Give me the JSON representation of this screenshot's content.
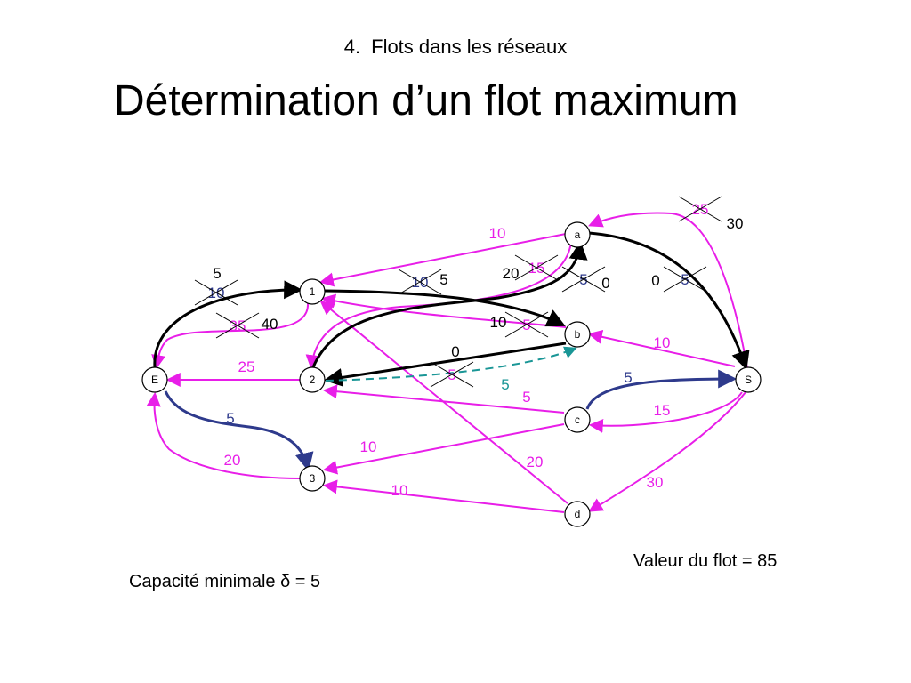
{
  "section_number": "4.",
  "section_title": "Flots dans les réseaux",
  "title": "Détermination d’un flot maximum",
  "colors": {
    "capacity": "#e81ee8",
    "flow": "#000000",
    "path": "#2e3a8c",
    "augment": "#1a9696"
  },
  "nodes": [
    {
      "id": "a",
      "label": "a"
    },
    {
      "id": "n1",
      "label": "1"
    },
    {
      "id": "b",
      "label": "b"
    },
    {
      "id": "E",
      "label": "E"
    },
    {
      "id": "n2",
      "label": "2"
    },
    {
      "id": "S",
      "label": "S"
    },
    {
      "id": "c",
      "label": "c"
    },
    {
      "id": "n3",
      "label": "3"
    },
    {
      "id": "d",
      "label": "d"
    }
  ],
  "labels": [
    {
      "text": "25",
      "color": "capacity",
      "crossed": true
    },
    {
      "text": "30",
      "color": "flow",
      "crossed": false
    },
    {
      "text": "10",
      "color": "capacity",
      "crossed": false
    },
    {
      "text": "5",
      "color": "flow",
      "crossed": false
    },
    {
      "text": "10",
      "color": "path",
      "crossed": true
    },
    {
      "text": "10",
      "color": "path",
      "crossed": true
    },
    {
      "text": "5",
      "color": "flow",
      "crossed": false
    },
    {
      "text": "20",
      "color": "flow",
      "crossed": false
    },
    {
      "text": "15",
      "color": "capacity",
      "crossed": true
    },
    {
      "text": "5",
      "color": "path",
      "crossed": true
    },
    {
      "text": "0",
      "color": "flow",
      "crossed": false
    },
    {
      "text": "0",
      "color": "flow",
      "crossed": false
    },
    {
      "text": "5",
      "color": "path",
      "crossed": true
    },
    {
      "text": "35",
      "color": "capacity",
      "crossed": true
    },
    {
      "text": "40",
      "color": "flow",
      "crossed": false
    },
    {
      "text": "10",
      "color": "flow",
      "crossed": false
    },
    {
      "text": "5",
      "color": "capacity",
      "crossed": true
    },
    {
      "text": "10",
      "color": "capacity",
      "crossed": false
    },
    {
      "text": "0",
      "color": "flow",
      "crossed": false
    },
    {
      "text": "5",
      "color": "capacity",
      "crossed": true
    },
    {
      "text": "25",
      "color": "capacity",
      "crossed": false
    },
    {
      "text": "5",
      "color": "augment",
      "crossed": false
    },
    {
      "text": "5",
      "color": "path",
      "crossed": false
    },
    {
      "text": "5",
      "color": "capacity",
      "crossed": false
    },
    {
      "text": "15",
      "color": "capacity",
      "crossed": false
    },
    {
      "text": "5",
      "color": "path",
      "crossed": false
    },
    {
      "text": "10",
      "color": "capacity",
      "crossed": false
    },
    {
      "text": "20",
      "color": "capacity",
      "crossed": false
    },
    {
      "text": "20",
      "color": "capacity",
      "crossed": false
    },
    {
      "text": "30",
      "color": "capacity",
      "crossed": false
    },
    {
      "text": "10",
      "color": "capacity",
      "crossed": false
    }
  ],
  "flow_value": "Valeur du flot = 85",
  "capacity_min": {
    "prefix": "Capacité minimale ",
    "symbol": "δ",
    "suffix": " = 5"
  }
}
